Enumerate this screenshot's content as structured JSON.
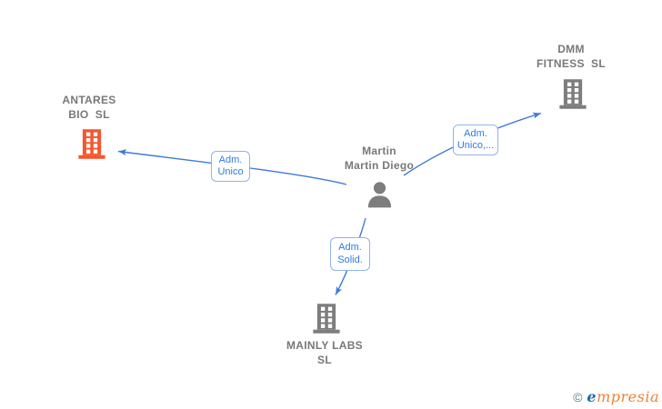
{
  "nodes": {
    "antares": {
      "line1": "ANTARES",
      "line2": "BIO  SL",
      "type": "company"
    },
    "dmm": {
      "line1": "DMM",
      "line2": "FITNESS  SL",
      "type": "company"
    },
    "martin": {
      "line1": "Martin",
      "line2": "Martin Diego",
      "type": "person"
    },
    "mainly": {
      "line1": "MAINLY LABS",
      "line2": "SL",
      "type": "company"
    }
  },
  "edge_labels": {
    "martin_antares": {
      "line1": "Adm.",
      "line2": "Unico"
    },
    "martin_dmm": {
      "line1": "Adm.",
      "line2": "Unico,..."
    },
    "martin_mainly": {
      "line1": "Adm.",
      "line2": "Solid."
    }
  },
  "watermark": {
    "copyright_symbol": "©",
    "brand_first_letter": "e",
    "brand_rest": "mpresia"
  },
  "colors": {
    "edge_blue": "#3E7BDA",
    "edge_label_text": "#2E7BE4",
    "edge_label_border": "#8FB4EC",
    "company_highlight_orange": "#F4572E",
    "icon_gray": "#7D7D7D",
    "node_label_gray": "#787878",
    "watermark_copyright": "#567E8E",
    "watermark_blue": "#1B6BAE",
    "watermark_orange": "#EF8032"
  }
}
